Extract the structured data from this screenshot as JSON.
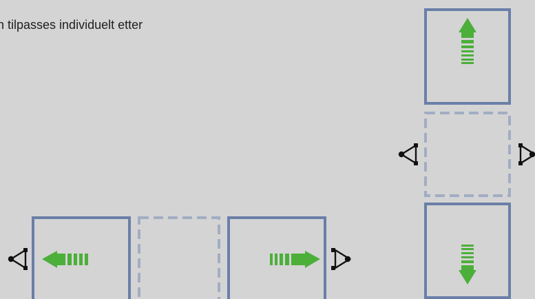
{
  "caption": {
    "line1": "n tilpasses individuelt etter",
    "line2": "."
  },
  "colors": {
    "background": "#d4d4d4",
    "frame_stroke": "#6a7fa8",
    "frame_fill": "#d4d4d4",
    "dashed_frame_stroke": "#a2adc4",
    "arrow_fill": "#4caf3a",
    "hinge_symbol": "#111111",
    "text": "#1e1e1e"
  },
  "panels": {
    "vertical_stack": [
      "top-panel",
      "middle-panel-dashed",
      "bottom-panel"
    ],
    "horizontal_row": [
      "left-panel",
      "middle-panel-dashed",
      "right-panel"
    ]
  },
  "icons": {
    "arrow_up": "arrow-up-icon",
    "arrow_down": "arrow-down-icon",
    "arrow_left": "arrow-left-icon",
    "arrow_right": "arrow-right-icon",
    "hinge": "hinge-icon"
  }
}
